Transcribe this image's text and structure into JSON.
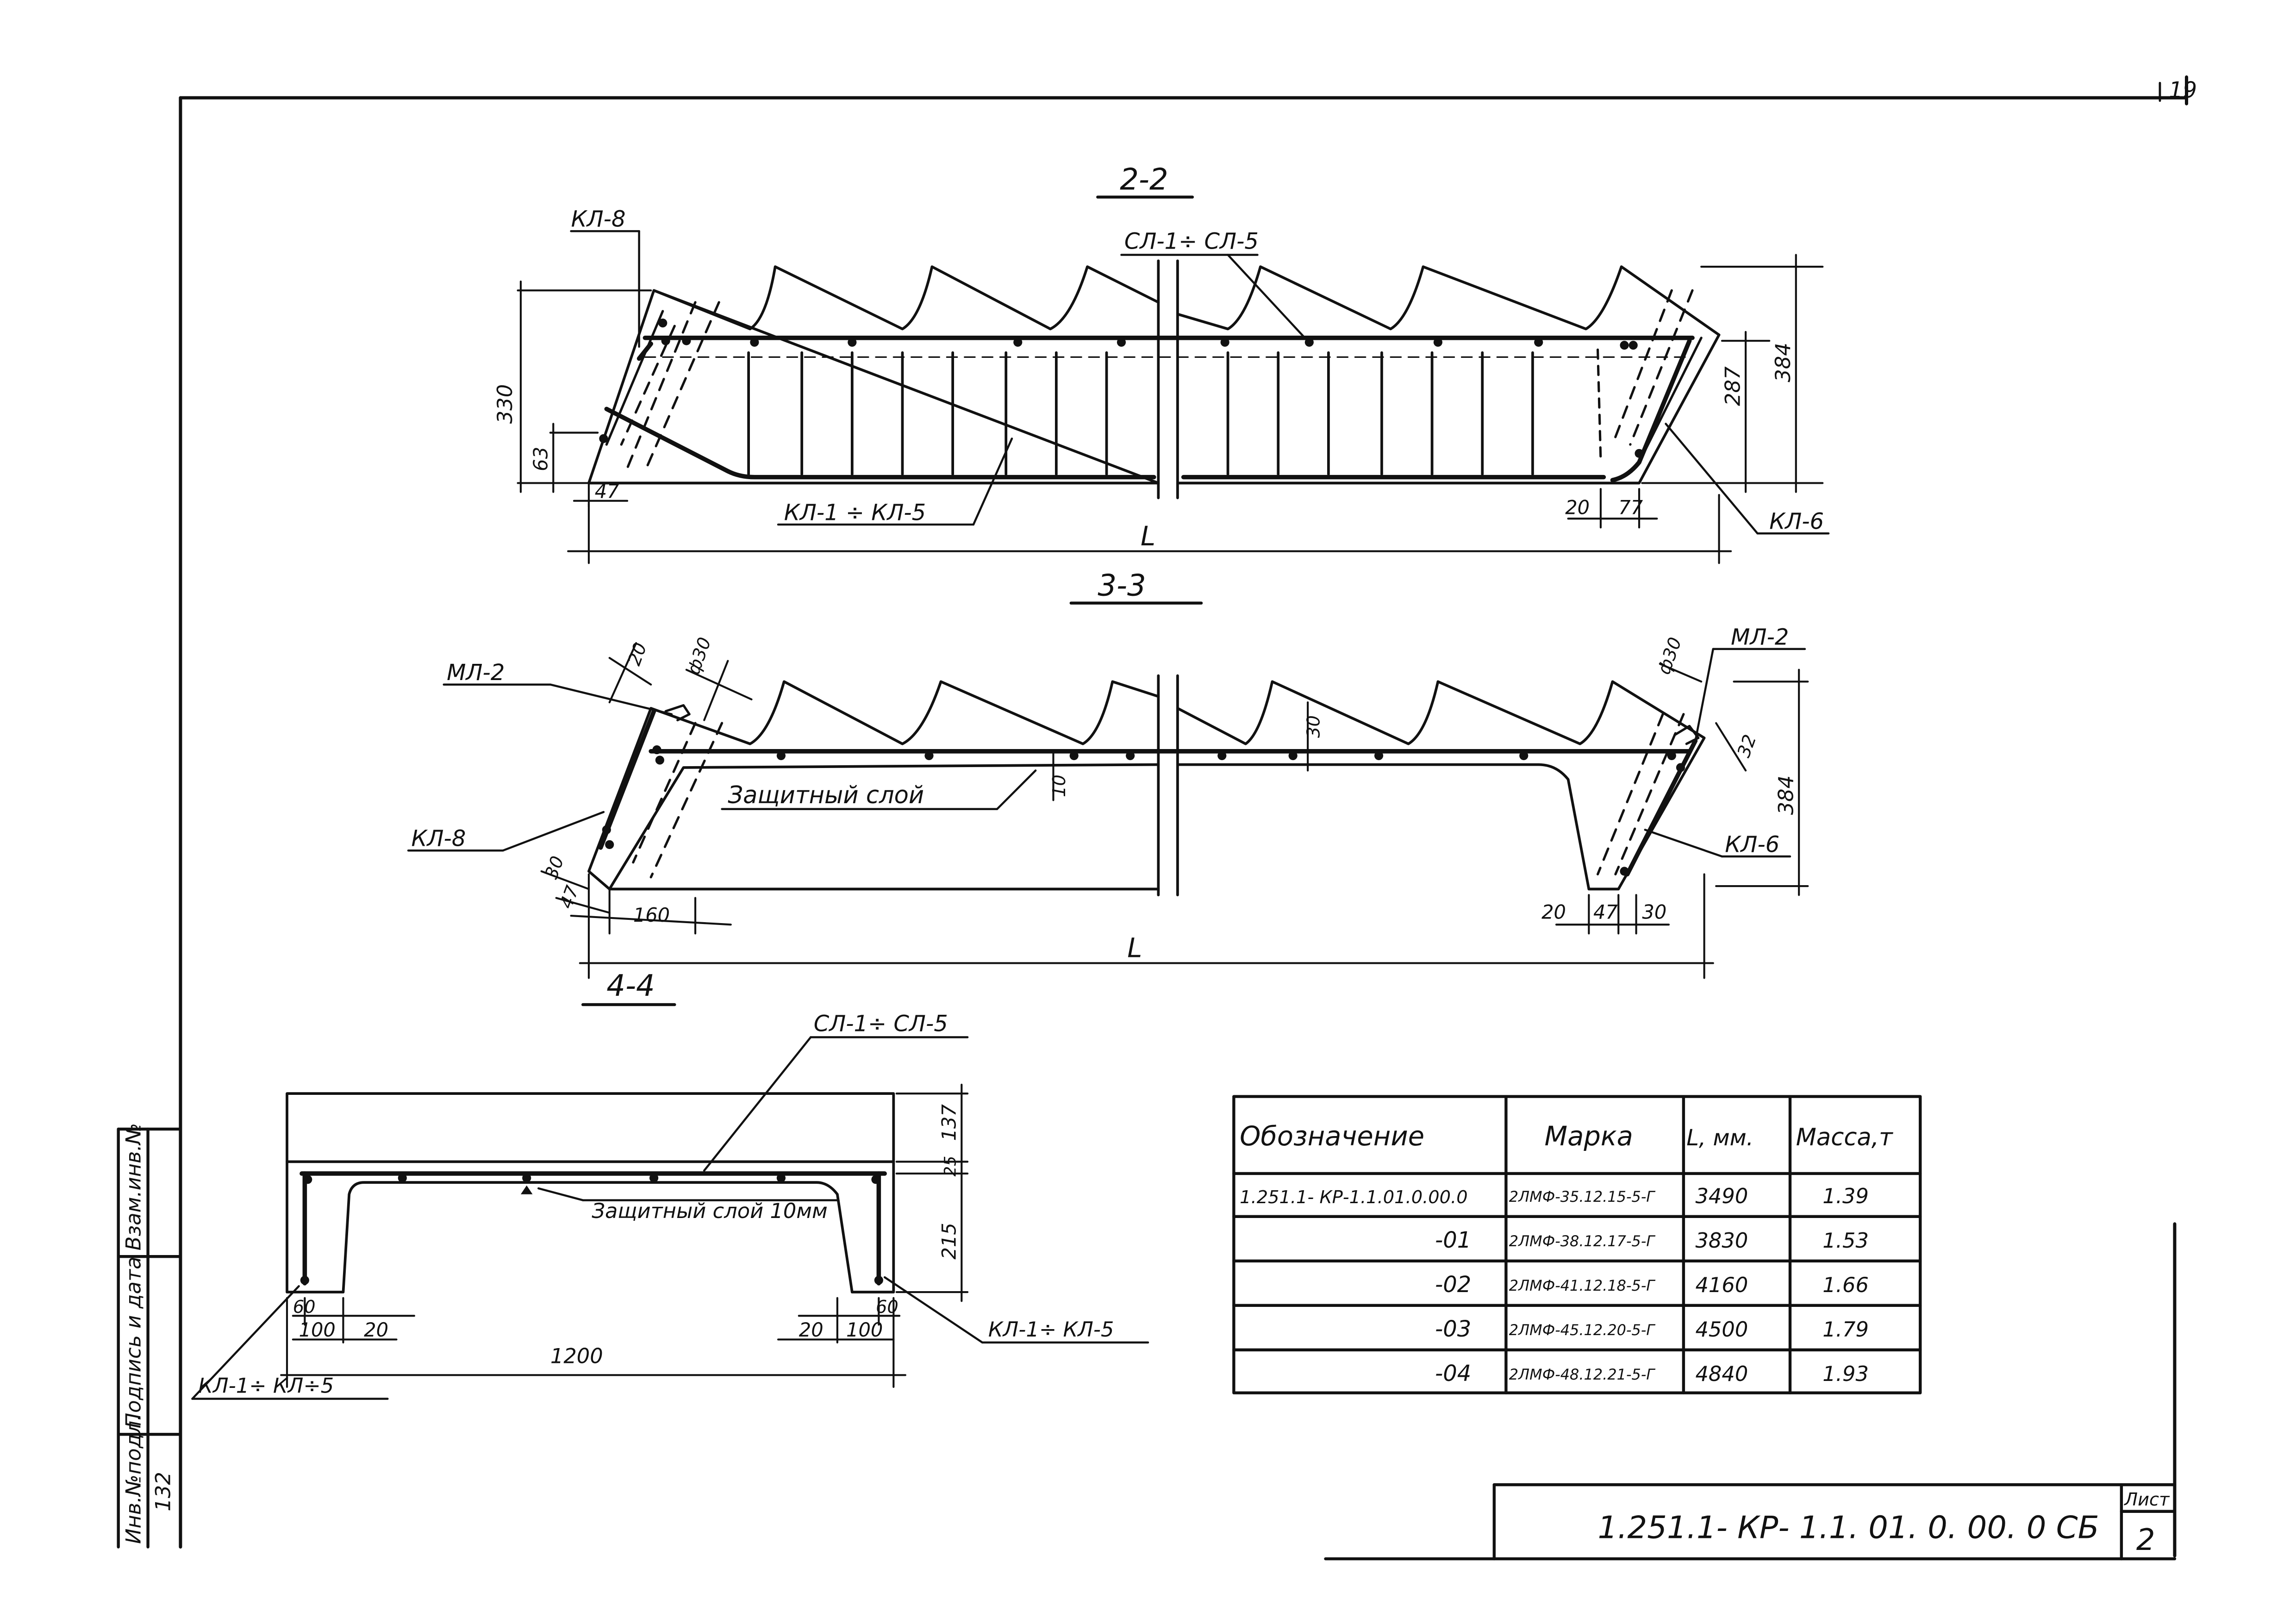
{
  "sheet_number": "19",
  "sections": {
    "s22": {
      "title": "2-2",
      "labels": {
        "kr8": "КЛ-8",
        "cl": "СЛ-1÷ СЛ-5",
        "kr1": "КЛ-1 ÷ КЛ-5",
        "kr6": "КЛ-6"
      },
      "dims": {
        "d330": "330",
        "d63": "63",
        "d47": "47",
        "d384": "384",
        "d287": "287",
        "d20": "20",
        "d77": "77",
        "L": "L"
      }
    },
    "s33": {
      "title": "3-3",
      "labels": {
        "ml2_left": "МЛ-2",
        "ml2_right": "МЛ-2",
        "kr8": "КЛ-8",
        "kr6": "КЛ-6",
        "protective": "Защитный слой"
      },
      "dims": {
        "d20a": "20",
        "phi30a": "ф30",
        "phi30b": "ф30",
        "d30top": "30",
        "d10": "10",
        "d32": "32",
        "d384": "384",
        "d30a": "30",
        "d47a": "47",
        "d160": "160",
        "d20b": "20",
        "d47b": "47",
        "d30b": "30",
        "L": "L"
      }
    },
    "s44": {
      "title": "4-4",
      "labels": {
        "cl": "СЛ-1÷ СЛ-5",
        "protective": "Защитный слой 10мм",
        "kr_left": "КЛ-1÷ КЛ÷5",
        "kr_right": "КЛ-1÷ КЛ-5"
      },
      "dims": {
        "d137": "137",
        "d25": "25",
        "d215": "215",
        "d60a": "60",
        "d100a": "100",
        "d20a": "20",
        "d1200": "1200",
        "d20b": "20",
        "d100b": "100",
        "d60b": "60"
      }
    }
  },
  "table": {
    "headers": [
      "Обозначение",
      "Марка",
      "L, мм.",
      "Масса,т"
    ],
    "rows": [
      [
        "1.251.1- КР-1.1.01.0.00.0",
        "2ЛМФ-35.12.15-5-Г",
        "3490",
        "1.39"
      ],
      [
        "-01",
        "2ЛМФ-38.12.17-5-Г",
        "3830",
        "1.53"
      ],
      [
        "-02",
        "2ЛМФ-41.12.18-5-Г",
        "4160",
        "1.66"
      ],
      [
        "-03",
        "2ЛМФ-45.12.20-5-Г",
        "4500",
        "1.79"
      ],
      [
        "-04",
        "2ЛМФ-48.12.21-5-Г",
        "4840",
        "1.93"
      ]
    ]
  },
  "title_block": {
    "code": "1.251.1- КР- 1.1. 01. 0. 00. 0 СБ",
    "sheet_label": "Лист",
    "sheet_value": "2"
  },
  "side_stamp": {
    "inv_podl": "Инв.№подл.",
    "podpis": "Подпись и дата",
    "vzam": "Взам.инв.№",
    "inv_value": "132"
  }
}
